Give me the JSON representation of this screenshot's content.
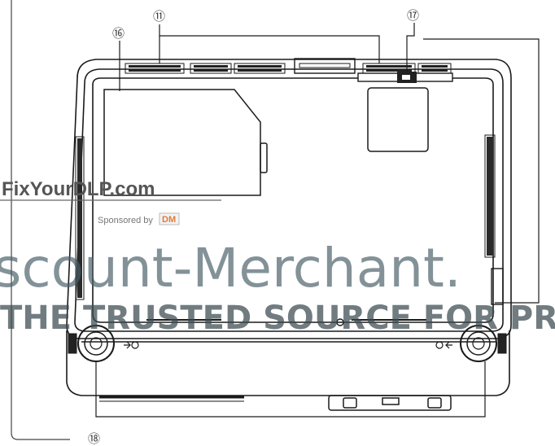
{
  "callouts": {
    "c11": "⑪",
    "c16": "⑯",
    "c17": "⑰",
    "c18": "⑱"
  },
  "watermark": {
    "brand": "FixYourDLP.com",
    "sponsored": "Sponsored by",
    "sponsor_logo": "DM",
    "big": "scount-Merchant.",
    "tagline": "THE TRUSTED SOURCE FOR PROJE"
  },
  "colors": {
    "line": "#1a1a1a",
    "dark": "#222222",
    "watermark": "#4a6068"
  }
}
